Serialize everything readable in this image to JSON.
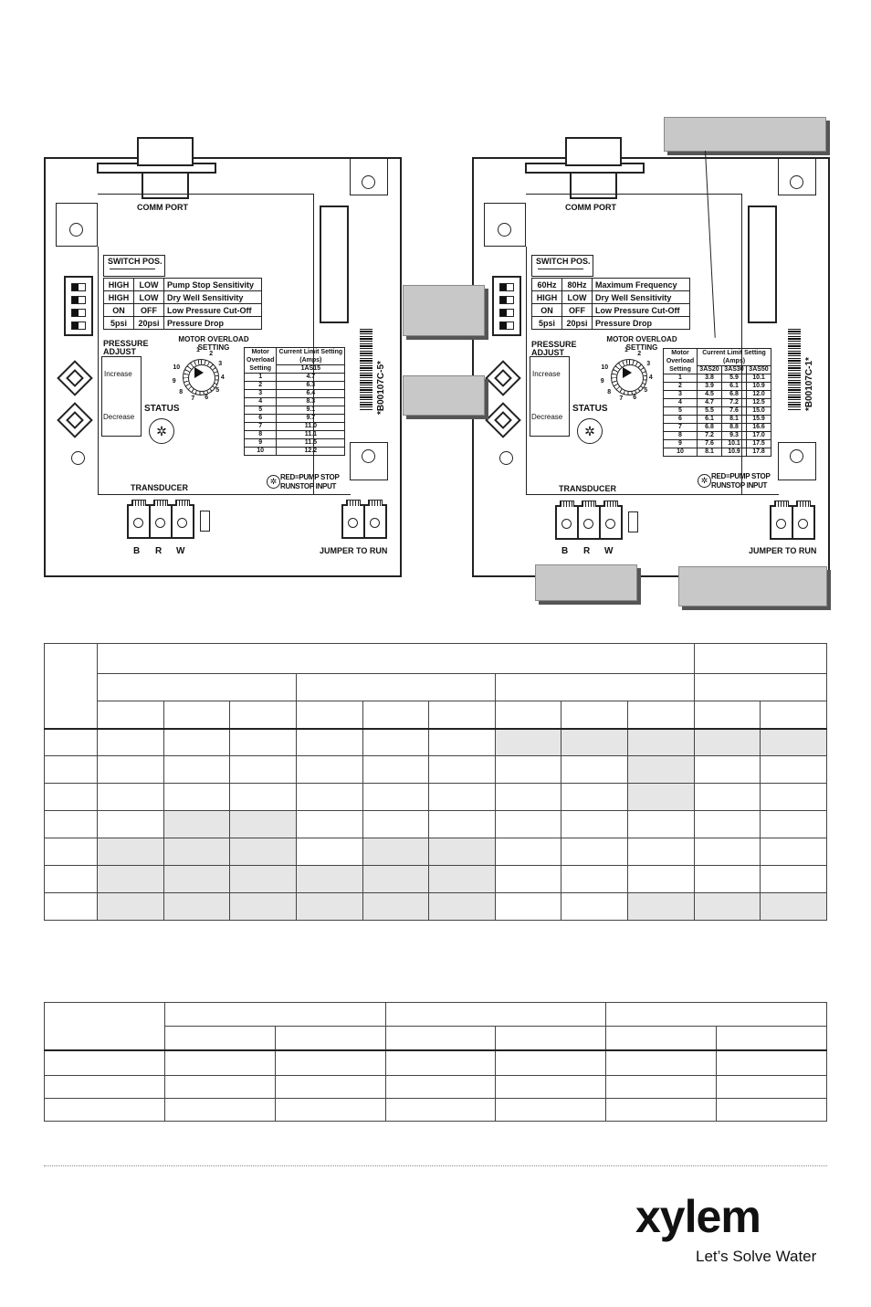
{
  "board_left": {
    "comm_port": "COMM PORT",
    "switch_pos": "SWITCH POS.",
    "switches": [
      {
        "a": "HIGH",
        "b": "LOW",
        "label": "Pump Stop Sensitivity"
      },
      {
        "a": "HIGH",
        "b": "LOW",
        "label": "Dry Well Sensitivity"
      },
      {
        "a": "ON",
        "b": "OFF",
        "label": "Low Pressure Cut-Off"
      },
      {
        "a": "5psi",
        "b": "20psi",
        "label": "Pressure Drop"
      }
    ],
    "pressure_adjust": "PRESSURE ADJUST",
    "increase": "Increase",
    "decrease": "Decrease",
    "status": "STATUS",
    "motor_overload": "MOTOR OVERLOAD SETTING",
    "dial_numbers": [
      "1",
      "2",
      "3",
      "4",
      "5",
      "6",
      "7",
      "8",
      "9",
      "10"
    ],
    "table_head1": "Motor Overload Setting",
    "table_head2": "Current Limit Setting (Amps)",
    "table_sub": "1AS15",
    "table_rows": [
      [
        "1",
        "4.7"
      ],
      [
        "2",
        "6.3"
      ],
      [
        "3",
        "6.4"
      ],
      [
        "4",
        "8.3"
      ],
      [
        "5",
        "9.1"
      ],
      [
        "6",
        "9.7"
      ],
      [
        "7",
        "11.0"
      ],
      [
        "8",
        "11.1"
      ],
      [
        "9",
        "11.5"
      ],
      [
        "10",
        "12.2"
      ]
    ],
    "barcode_text": "*B00107C-5*",
    "red_label": "RED=PUMP STOP",
    "runstop_label": "RUNSTOP INPUT",
    "transducer": "TRANSDUCER",
    "brw": [
      "B",
      "R",
      "W"
    ],
    "jumper": "JUMPER TO RUN"
  },
  "board_right": {
    "comm_port": "COMM PORT",
    "switch_pos": "SWITCH POS.",
    "switches": [
      {
        "a": "60Hz",
        "b": "80Hz",
        "label": "Maximum Frequency"
      },
      {
        "a": "HIGH",
        "b": "LOW",
        "label": "Dry Well Sensitivity"
      },
      {
        "a": "ON",
        "b": "OFF",
        "label": "Low Pressure Cut-Off"
      },
      {
        "a": "5psi",
        "b": "20psi",
        "label": "Pressure Drop"
      }
    ],
    "pressure_adjust": "PRESSURE ADJUST",
    "increase": "Increase",
    "decrease": "Decrease",
    "status": "STATUS",
    "motor_overload": "MOTOR OVERLOAD SETTING",
    "dial_numbers": [
      "1",
      "2",
      "3",
      "4",
      "5",
      "6",
      "7",
      "8",
      "9",
      "10"
    ],
    "table_head1": "Motor Overload Setting",
    "table_head2": "Current Limit Setting (Amps)",
    "table_subs": [
      "3AS20",
      "3AS30",
      "3AS50"
    ],
    "table_rows": [
      [
        "1",
        "3.8",
        "5.9",
        "10.1"
      ],
      [
        "2",
        "3.9",
        "6.1",
        "10.9"
      ],
      [
        "3",
        "4.5",
        "6.8",
        "12.0"
      ],
      [
        "4",
        "4.7",
        "7.2",
        "12.5"
      ],
      [
        "5",
        "5.5",
        "7.6",
        "15.0"
      ],
      [
        "6",
        "6.1",
        "8.1",
        "15.9"
      ],
      [
        "7",
        "6.8",
        "8.8",
        "16.6"
      ],
      [
        "8",
        "7.2",
        "9.3",
        "17.0"
      ],
      [
        "9",
        "7.6",
        "10.1",
        "17.5"
      ],
      [
        "10",
        "8.1",
        "10.9",
        "17.8"
      ]
    ],
    "barcode_text": "*B00107C-1*",
    "red_label": "RED=PUMP STOP",
    "runstop_label": "RUNSTOP INPUT",
    "transducer": "TRANSDUCER",
    "brw": [
      "B",
      "R",
      "W"
    ],
    "jumper": "JUMPER TO RUN"
  },
  "grid1": {
    "shaded": [
      [
        0,
        0,
        0,
        0,
        0,
        0,
        1,
        1,
        1,
        1,
        1
      ],
      [
        0,
        0,
        0,
        0,
        0,
        0,
        0,
        0,
        1,
        0,
        0
      ],
      [
        0,
        0,
        0,
        0,
        0,
        0,
        0,
        0,
        1,
        0,
        0
      ],
      [
        0,
        1,
        1,
        0,
        0,
        0,
        0,
        0,
        0,
        0,
        0
      ],
      [
        1,
        1,
        1,
        0,
        1,
        1,
        0,
        0,
        0,
        0,
        0
      ],
      [
        1,
        1,
        1,
        1,
        1,
        1,
        0,
        0,
        0,
        0,
        0
      ],
      [
        1,
        1,
        1,
        1,
        1,
        1,
        0,
        0,
        1,
        1,
        1
      ]
    ]
  },
  "logo": {
    "brand": "xylem",
    "tagline": "Let’s Solve Water"
  },
  "colors": {
    "shade": "#e6e6e6",
    "callout": "#c8c8c8"
  }
}
